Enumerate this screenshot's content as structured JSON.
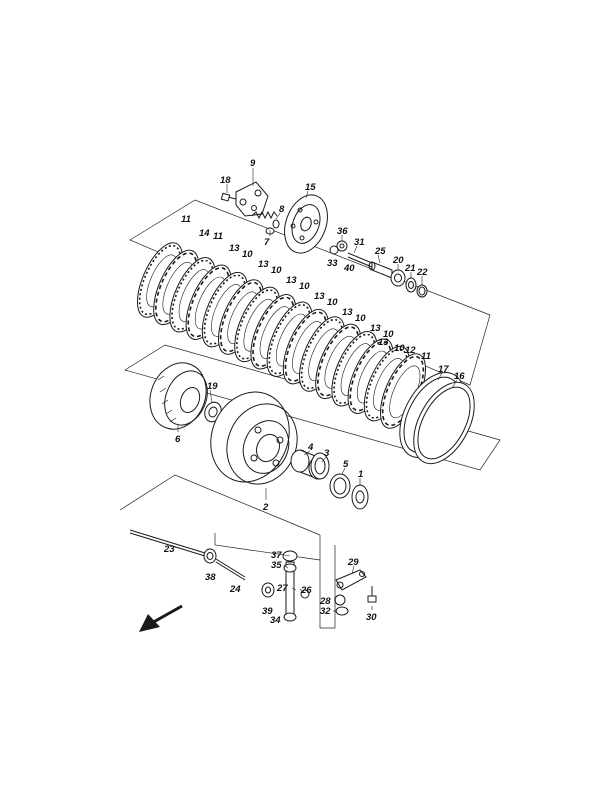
{
  "diagram": {
    "part_numbers": [
      "1",
      "2",
      "3",
      "4",
      "5",
      "6",
      "7",
      "8",
      "9",
      "10",
      "11",
      "12",
      "13",
      "14",
      "15",
      "16",
      "17",
      "18",
      "19",
      "20",
      "21",
      "22",
      "23",
      "24",
      "25",
      "26",
      "27",
      "28",
      "29",
      "30",
      "31",
      "32",
      "33",
      "34",
      "35",
      "36",
      "37",
      "38",
      "39",
      "40"
    ],
    "labels": [
      {
        "id": "lbl-9",
        "text": "9"
      },
      {
        "id": "lbl-18",
        "text": "18"
      },
      {
        "id": "lbl-8",
        "text": "8"
      },
      {
        "id": "lbl-15",
        "text": "15"
      },
      {
        "id": "lbl-7",
        "text": "7"
      },
      {
        "id": "lbl-36",
        "text": "36"
      },
      {
        "id": "lbl-31",
        "text": "31"
      },
      {
        "id": "lbl-33",
        "text": "33"
      },
      {
        "id": "lbl-40",
        "text": "40"
      },
      {
        "id": "lbl-25",
        "text": "25"
      },
      {
        "id": "lbl-20",
        "text": "20"
      },
      {
        "id": "lbl-21",
        "text": "21"
      },
      {
        "id": "lbl-22",
        "text": "22"
      },
      {
        "id": "lbl-11a",
        "text": "11"
      },
      {
        "id": "lbl-14",
        "text": "14"
      },
      {
        "id": "lbl-11b",
        "text": "11"
      },
      {
        "id": "lbl-13a",
        "text": "13"
      },
      {
        "id": "lbl-10a",
        "text": "10"
      },
      {
        "id": "lbl-13b",
        "text": "13"
      },
      {
        "id": "lbl-10b",
        "text": "10"
      },
      {
        "id": "lbl-13c",
        "text": "13"
      },
      {
        "id": "lbl-10c",
        "text": "10"
      },
      {
        "id": "lbl-13d",
        "text": "13"
      },
      {
        "id": "lbl-10d",
        "text": "10"
      },
      {
        "id": "lbl-13e",
        "text": "13"
      },
      {
        "id": "lbl-10e",
        "text": "10"
      },
      {
        "id": "lbl-13f",
        "text": "13"
      },
      {
        "id": "lbl-10f",
        "text": "10"
      },
      {
        "id": "lbl-13g",
        "text": "13"
      },
      {
        "id": "lbl-10g",
        "text": "10"
      },
      {
        "id": "lbl-12",
        "text": "12"
      },
      {
        "id": "lbl-11c",
        "text": "11"
      },
      {
        "id": "lbl-17",
        "text": "17"
      },
      {
        "id": "lbl-16",
        "text": "16"
      },
      {
        "id": "lbl-19",
        "text": "19"
      },
      {
        "id": "lbl-6",
        "text": "6"
      },
      {
        "id": "lbl-4",
        "text": "4"
      },
      {
        "id": "lbl-3",
        "text": "3"
      },
      {
        "id": "lbl-5",
        "text": "5"
      },
      {
        "id": "lbl-1",
        "text": "1"
      },
      {
        "id": "lbl-2",
        "text": "2"
      },
      {
        "id": "lbl-23",
        "text": "23"
      },
      {
        "id": "lbl-38",
        "text": "38"
      },
      {
        "id": "lbl-24",
        "text": "24"
      },
      {
        "id": "lbl-37",
        "text": "37"
      },
      {
        "id": "lbl-35",
        "text": "35"
      },
      {
        "id": "lbl-26",
        "text": "26"
      },
      {
        "id": "lbl-27",
        "text": "27"
      },
      {
        "id": "lbl-39",
        "text": "39"
      },
      {
        "id": "lbl-34",
        "text": "34"
      },
      {
        "id": "lbl-29",
        "text": "29"
      },
      {
        "id": "lbl-28",
        "text": "28"
      },
      {
        "id": "lbl-32",
        "text": "32"
      },
      {
        "id": "lbl-30",
        "text": "30"
      }
    ]
  }
}
